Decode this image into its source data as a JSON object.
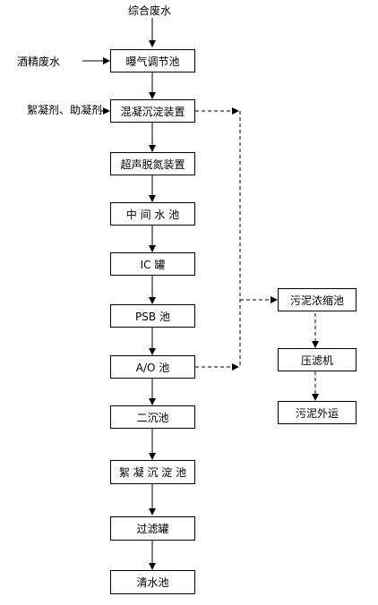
{
  "inputs": {
    "top": "综合废水",
    "left": "酒精废水",
    "chemicals": "絮凝剂、助凝剂"
  },
  "main_flow": [
    "曝气调节池",
    "混凝沉淀装置",
    "超声脱氮装置",
    "中 间 水 池",
    "IC 罐",
    "PSB 池",
    "A/O 池",
    "二沉池",
    "絮 凝 沉 淀 池",
    "过滤罐",
    "清水池"
  ],
  "sludge_flow": [
    "污泥浓缩池",
    "压滤机",
    "污泥外运"
  ],
  "colors": {
    "line": "#000000",
    "box_border": "#000000",
    "background": "#ffffff"
  }
}
